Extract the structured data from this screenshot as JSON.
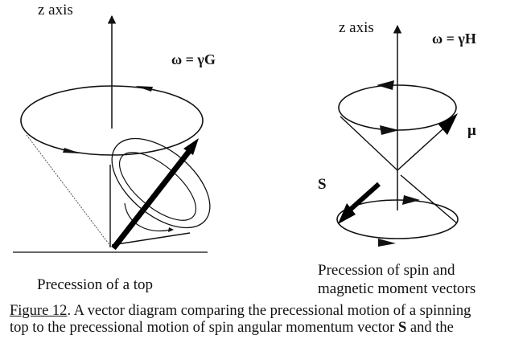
{
  "left_diagram": {
    "axis_label": "z axis",
    "equation": "ω  =  γG",
    "subcaption": "Precession of a top"
  },
  "right_diagram": {
    "axis_label": "z axis",
    "equation": "ω  =  γH",
    "mu_label": "μ",
    "spin_label": "S",
    "subcaption_line1": "Precession of spin and",
    "subcaption_line2": "magnetic moment vectors"
  },
  "caption": {
    "figure_ref": "Figure 12",
    "line1_rest": ".  A vector diagram comparing the precessional motion of a spinning",
    "line2_pre": "top to the precessional motion of  spin angular momentum vector ",
    "line2_bold": "S",
    "line2_post": " and the"
  }
}
